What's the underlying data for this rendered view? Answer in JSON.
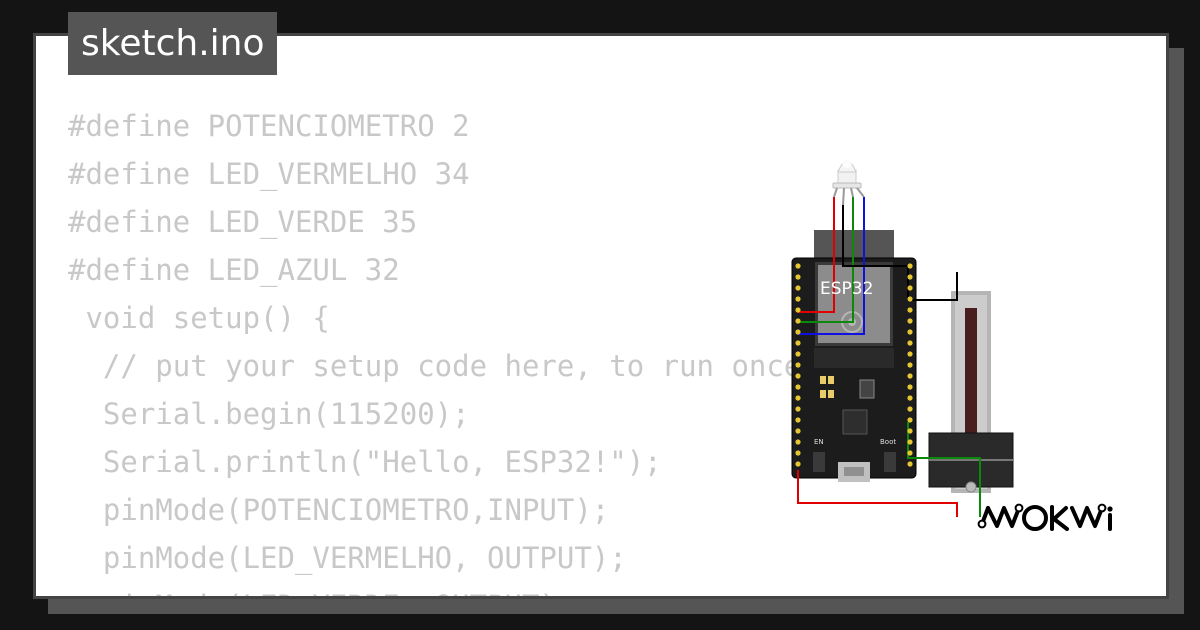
{
  "tab": {
    "filename": "sketch.ino"
  },
  "code": {
    "lines": [
      "#define POTENCIOMETRO 2",
      "#define LED_VERMELHO 34",
      "#define LED_VERDE 35",
      "#define LED_AZUL 32",
      " void setup() {",
      "  // put your setup code here, to run once:",
      "  Serial.begin(115200);",
      "  Serial.println(\"Hello, ESP32!\");",
      "  pinMode(POTENCIOMETRO,INPUT);",
      "  pinMode(LED_VERMELHO, OUTPUT);",
      "  pinMode(LED_VERDE, OUTPUT);"
    ]
  },
  "diagram": {
    "board_label": "ESP32",
    "en_label": "EN",
    "boot_label": "Boot",
    "icons": [
      "rgb-led-icon",
      "esp32-board-icon",
      "slide-potentiometer-icon",
      "wokwi-logo-icon"
    ],
    "wire_colors": {
      "red": "#e00000",
      "green": "#0a8a0a",
      "blue": "#1010e0",
      "black": "#000000"
    }
  },
  "brand": {
    "logo_alt": "WOKWI"
  }
}
